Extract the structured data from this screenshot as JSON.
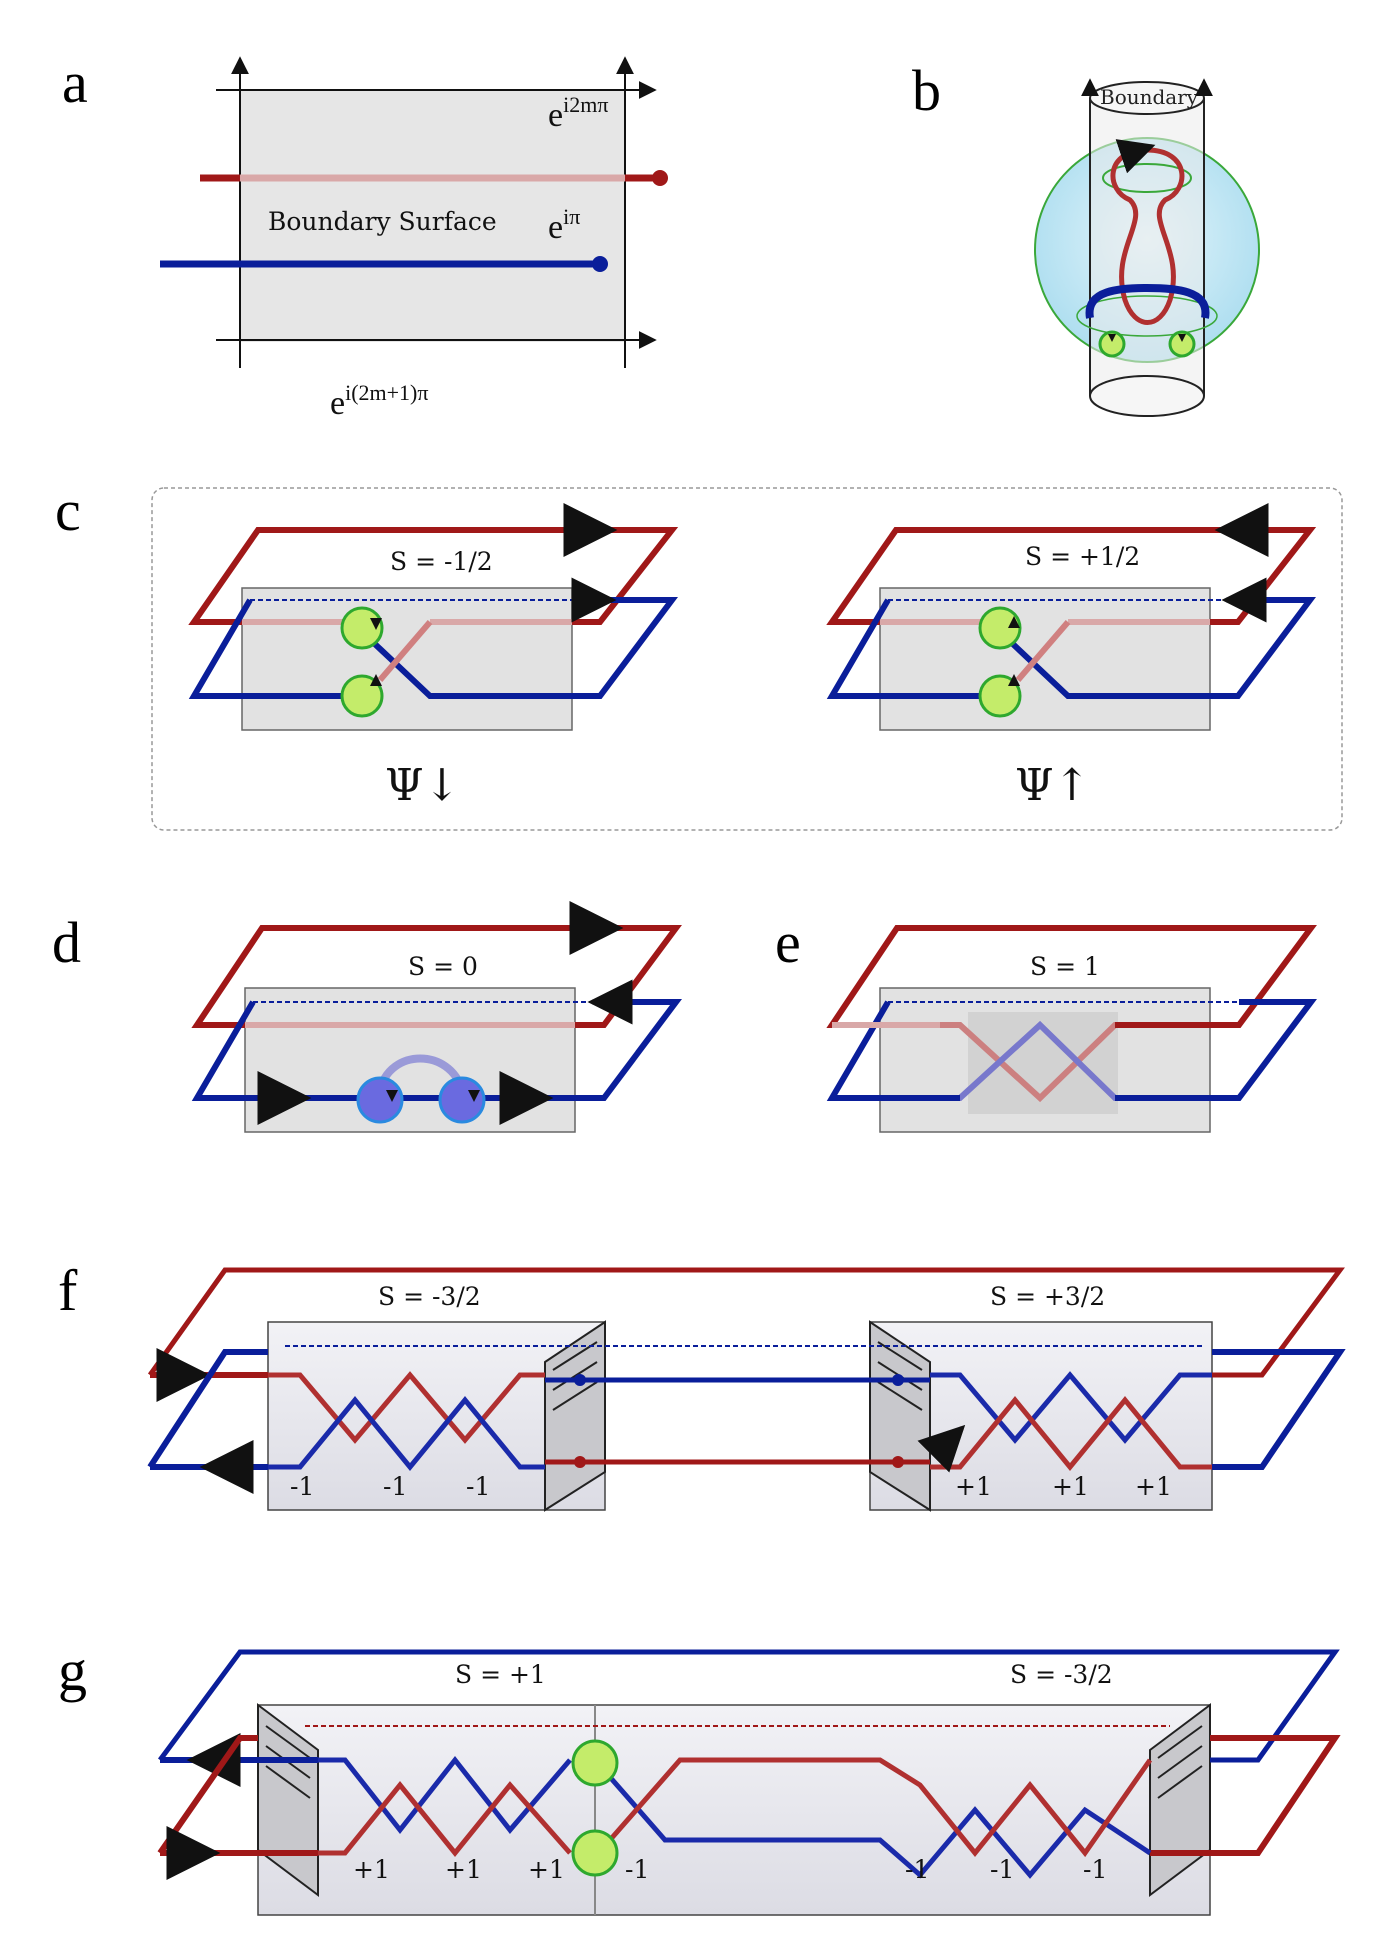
{
  "colors": {
    "red": "#a01818",
    "blue": "#0a1e9a",
    "green": "#2ea82e",
    "lightgreen": "#c4ec6a",
    "surface": "#e6e6e6",
    "cyan": "#bfe7f5"
  },
  "panels": {
    "a": {
      "label": "a",
      "surface_text": "Boundary Surface",
      "top_right": {
        "base": "e",
        "exp": "i2mπ"
      },
      "middle": {
        "base": "e",
        "exp": "iπ"
      },
      "bottom": {
        "base": "e",
        "exp": "i(2m+1)π"
      }
    },
    "b": {
      "label": "b",
      "boundary": "Boundary"
    },
    "c": {
      "label": "c",
      "left": {
        "spin": "S = -1/2",
        "state": "Ψ↓"
      },
      "right": {
        "spin": "S = +1/2",
        "state": "Ψ↑"
      }
    },
    "d": {
      "label": "d",
      "spin": "S = 0"
    },
    "e": {
      "label": "e",
      "spin": "S = 1"
    },
    "f": {
      "label": "f",
      "left_spin": "S = -3/2",
      "right_spin": "S = +3/2",
      "left_marks": [
        "-1",
        "-1",
        "-1"
      ],
      "right_marks": [
        "+1",
        "+1",
        "+1"
      ]
    },
    "g": {
      "label": "g",
      "left_spin": "S = +1",
      "right_spin": "S = -3/2",
      "marks": [
        "+1",
        "+1",
        "+1",
        "-1",
        "-1",
        "-1",
        "-1"
      ]
    }
  }
}
